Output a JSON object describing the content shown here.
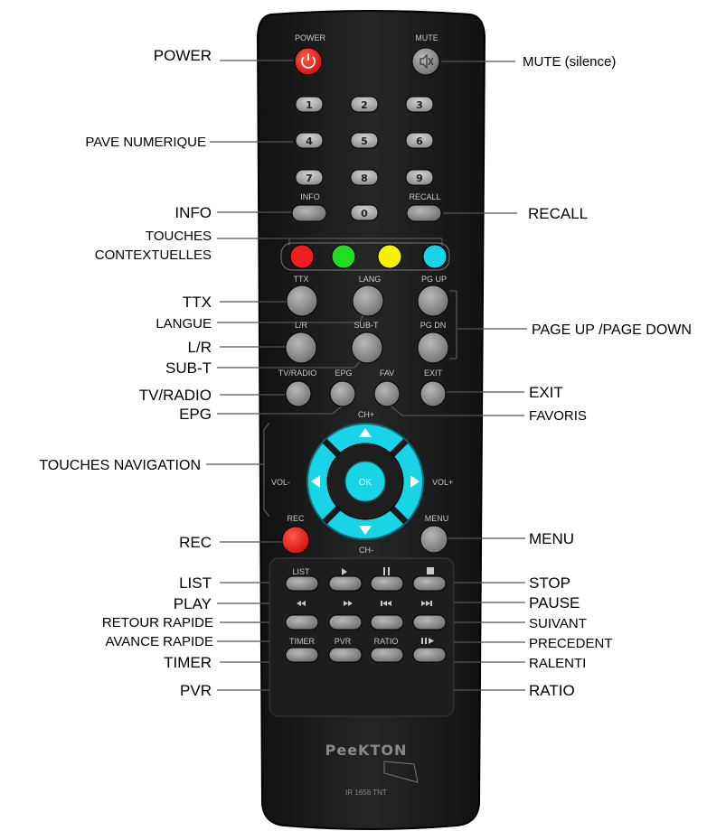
{
  "remote": {
    "brand": "PeeKTON",
    "model": "IR 1656 TNT",
    "key_labels": {
      "power": "POWER",
      "mute": "MUTE",
      "info": "INFO",
      "recall": "RECALL",
      "ttx": "TTX",
      "lang": "LANG",
      "pgup": "PG UP",
      "lr": "L/R",
      "subt": "SUB-T",
      "pgdn": "PG DN",
      "tvradio": "TV/RADIO",
      "epg": "EPG",
      "fav": "FAV",
      "exit": "EXIT",
      "chplus": "CH+",
      "chminus": "CH-",
      "volminus": "VOL-",
      "volplus": "VOL+",
      "ok": "OK",
      "rec": "REC",
      "menu": "MENU",
      "list": "LIST",
      "timer": "TIMER",
      "pvr": "PVR",
      "ratio": "RATIO"
    },
    "digits": [
      "1",
      "2",
      "3",
      "4",
      "5",
      "6",
      "7",
      "8",
      "9",
      "0"
    ],
    "colors": {
      "body": "#1a1a1a",
      "button": "#8a8a8a",
      "accent_red": "#e01818",
      "nav_cyan": "#19d3e6"
    }
  },
  "callouts": {
    "power": "POWER",
    "mute": "MUTE (silence)",
    "numpad": "PAVE NUMERIQUE",
    "info": "INFO",
    "recall": "RECALL",
    "context_line1": "TOUCHES",
    "context_line2": "CONTEXTUELLES",
    "ttx": "TTX",
    "langue": "LANGUE",
    "page": "PAGE UP /PAGE DOWN",
    "lr": "L/R",
    "subt": "SUB-T",
    "tvradio": "TV/RADIO",
    "exit": "EXIT",
    "epg": "EPG",
    "favoris": "FAVORIS",
    "navigation": "TOUCHES NAVIGATION",
    "rec": "REC",
    "menu": "MENU",
    "list": "LIST",
    "stop": "STOP",
    "play": "PLAY",
    "pause": "PAUSE",
    "rewind": "RETOUR RAPIDE",
    "next": "SUIVANT",
    "forward": "AVANCE RAPIDE",
    "previous": "PRECEDENT",
    "timer": "TIMER",
    "slow": "RALENTI",
    "pvr": "PVR",
    "ratio": "RATIO"
  }
}
